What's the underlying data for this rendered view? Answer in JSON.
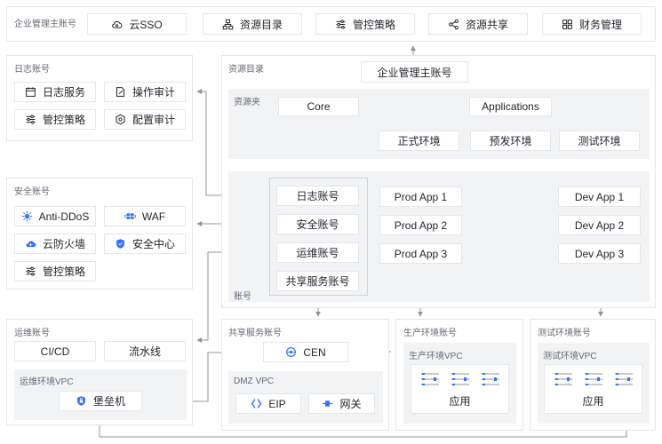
{
  "top": {
    "title": "企业管理主账号",
    "items": [
      {
        "label": "云SSO",
        "icon": "cloud-icon"
      },
      {
        "label": "资源目录",
        "icon": "org-icon"
      },
      {
        "label": "管控策略",
        "icon": "sliders-icon"
      },
      {
        "label": "资源共享",
        "icon": "share-icon"
      },
      {
        "label": "财务管理",
        "icon": "grid-icon"
      }
    ]
  },
  "log_account": {
    "title": "日志账号",
    "items": [
      {
        "label": "日志服务",
        "icon": "calendar-icon"
      },
      {
        "label": "操作审计",
        "icon": "edit-icon"
      },
      {
        "label": "管控策略",
        "icon": "sliders-icon"
      },
      {
        "label": "配置审计",
        "icon": "gear-icon"
      }
    ]
  },
  "security_account": {
    "title": "安全账号",
    "items": [
      {
        "label": "Anti-DDoS",
        "icon": "shield-burst-icon"
      },
      {
        "label": "WAF",
        "icon": "firewall-icon"
      },
      {
        "label": "云防火墙",
        "icon": "cloud-firewall-icon"
      },
      {
        "label": "安全中心",
        "icon": "shield-icon"
      },
      {
        "label": "管控策略",
        "icon": "sliders-icon"
      }
    ]
  },
  "ops_account": {
    "title": "运维账号",
    "items": [
      "CI/CD",
      "流水线"
    ],
    "vpc_title": "运维环境VPC",
    "bastion": {
      "label": "堡垒机",
      "icon": "bastion-icon"
    }
  },
  "directory": {
    "title": "资源目录",
    "master": "企业管理主账号",
    "folder_title": "资源夹",
    "core": "Core",
    "applications": "Applications",
    "envs": [
      "正式环境",
      "预发环境",
      "测试环境"
    ],
    "account_title": "账号",
    "core_accounts": [
      "日志账号",
      "安全账号",
      "运维账号",
      "共享服务账号"
    ],
    "prod_apps": [
      "Prod App 1",
      "Prod App 2",
      "Prod App 3"
    ],
    "dev_apps": [
      "Dev App 1",
      "Dev App 2",
      "Dev App 3"
    ]
  },
  "shared_services": {
    "title": "共享服务账号",
    "cen": {
      "label": "CEN",
      "icon": "cen-icon"
    },
    "dmz_title": "DMZ VPC",
    "eip": {
      "label": "EIP",
      "icon": "eip-icon"
    },
    "gateway": {
      "label": "网关",
      "icon": "gateway-icon"
    }
  },
  "prod_account": {
    "title": "生产环境账号",
    "vpc_title": "生产环境VPC",
    "app_label": "应用"
  },
  "test_account": {
    "title": "测试环境账号",
    "vpc_title": "测试环境VPC",
    "app_label": "应用"
  },
  "colors": {
    "icon_blue": "#3370ff",
    "border": "#e4e6ea",
    "sub_bg": "#f2f3f5",
    "line": "#8f959e"
  }
}
